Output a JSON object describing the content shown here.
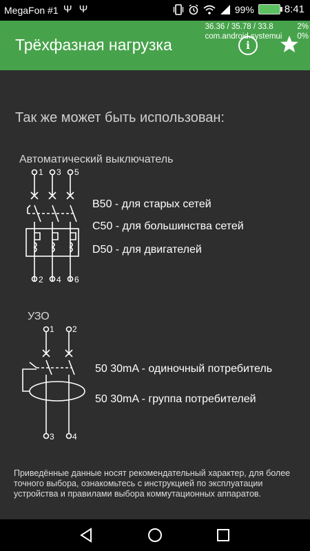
{
  "status_bar": {
    "carrier": "MegaFon #1",
    "usb_icons": "Ψ Ψ",
    "battery_percent": "99%",
    "time": "8:41"
  },
  "overlay": {
    "cpu": "36.36 / 35.78 / 33.8",
    "cpu_pct": "2%",
    "process": "com.android.systemui",
    "process_pct": "0%"
  },
  "app_bar": {
    "title": "Трёхфазная нагрузка",
    "info_icon": "i"
  },
  "content": {
    "heading": "Так же может быть использован:",
    "circuit_breaker": {
      "title": "Автоматический выключатель",
      "terminals_top": [
        "1",
        "3",
        "5"
      ],
      "terminals_bottom": [
        "2",
        "4",
        "6"
      ],
      "items": [
        "B50 - для старых сетей",
        "C50 - для большинства сетей",
        "D50 - для двигателей"
      ]
    },
    "rcd": {
      "title": "УЗО",
      "terminals_top": [
        "1",
        "2"
      ],
      "terminals_bottom": [
        "3",
        "4"
      ],
      "items": [
        "50 30mA - одиночный потребитель",
        "50 30mA - группа потребителей"
      ]
    },
    "disclaimer": "Приведённые данные носят рекомендательный характер, для более точного выбора, ознакомьтесь с инструкцией по эксплуатации устройства и правилами выбора коммутационных аппаратов."
  },
  "colors": {
    "app_bar": "#47a34b",
    "background": "#2e2e2e",
    "status_bar": "#000000"
  }
}
